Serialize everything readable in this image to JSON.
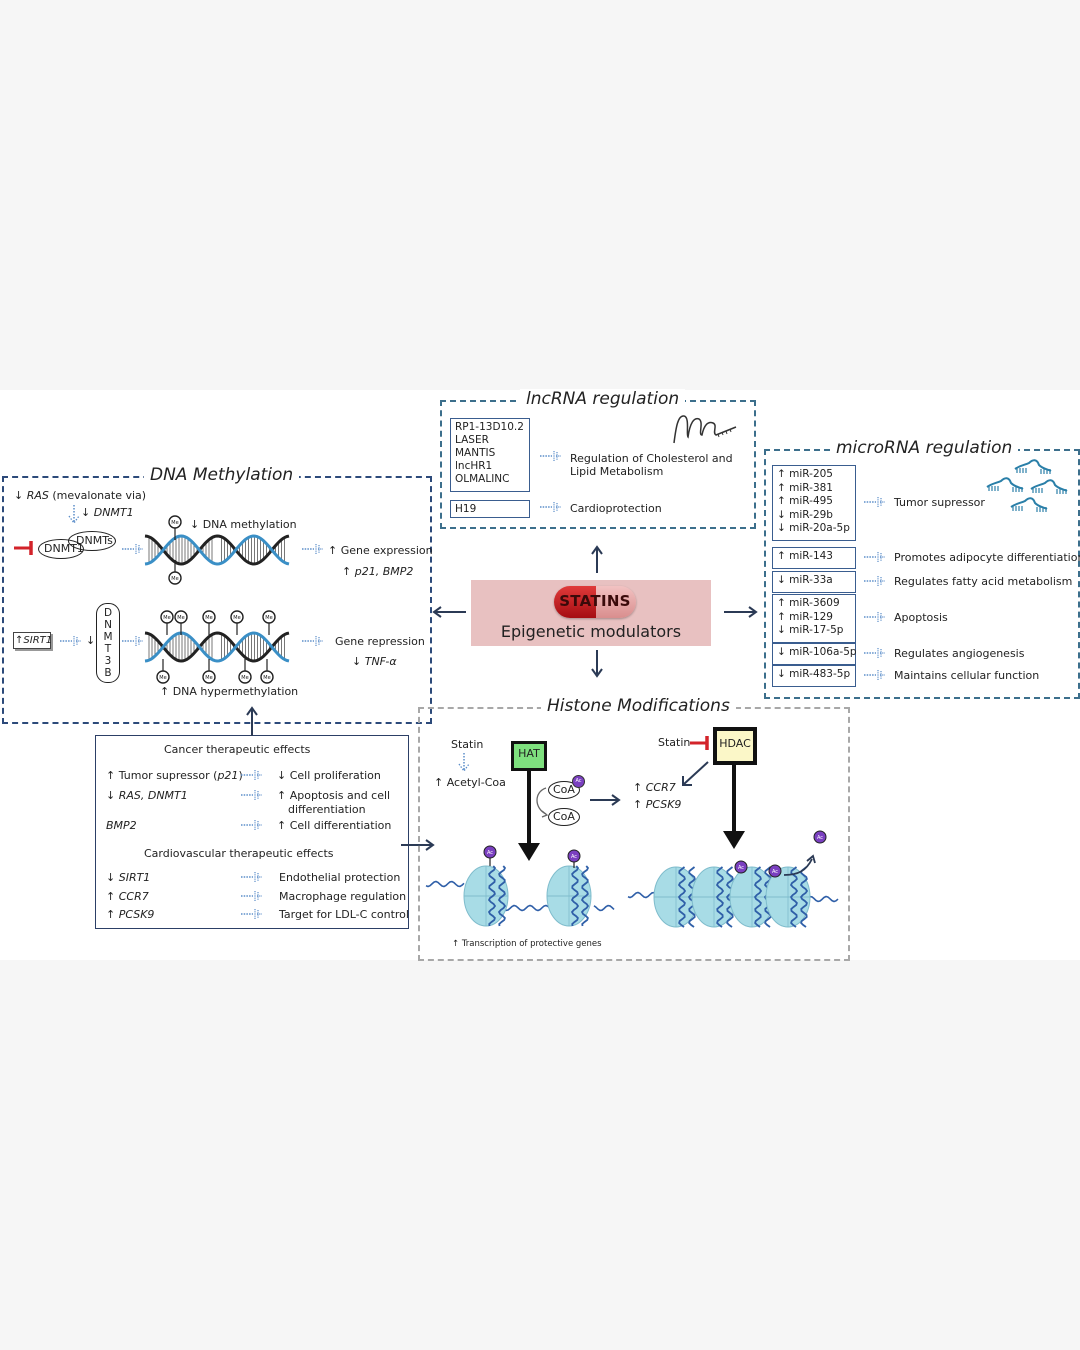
{
  "center": {
    "pill_label": "STATINS",
    "subtitle": "Epigenetic modulators",
    "colors": {
      "panel_bg": "#e8c1c1",
      "pill_red": "#c4161c",
      "pill_light": "#e9a8a8"
    }
  },
  "dna_methylation": {
    "title": "DNA Methylation",
    "ras_line": {
      "arrow": "↓",
      "gene": "RAS",
      "rest": "(mevalonate via)"
    },
    "dnmt1_line": {
      "arrow": "↓",
      "gene": "DNMT1"
    },
    "dnmt_ellipse_1": "DNMT1",
    "dnmt_ellipse_2": "DNMTs",
    "decrease_methylation": "↓ DNA methylation",
    "gene_expression": "↑ Gene expression",
    "expression_genes": {
      "arrow": "↑",
      "genes": "p21, BMP2"
    },
    "sirt1_box": {
      "arrow": "↑",
      "gene": "SIRT1"
    },
    "down_arrow": "↓",
    "dnmt3b_letters": [
      "D",
      "N",
      "M",
      "T",
      "3",
      "B"
    ],
    "gene_repression": "Gene repression",
    "repression_genes": {
      "arrow": "↓",
      "genes": "TNF-α"
    },
    "hypermethylation": "↑ DNA hypermethylation",
    "methyl_label": "Me"
  },
  "lncrna": {
    "title": "lncRNA regulation",
    "group1": [
      "RP1-13D10.2",
      "LASER",
      "MANTIS",
      "lncHR1",
      "OLMALINC"
    ],
    "group1_effect": [
      "Regulation of Cholesterol and",
      "Lipid Metabolism"
    ],
    "group2": [
      "H19"
    ],
    "group2_effect": "Cardioprotection"
  },
  "microrna": {
    "title": "microRNA regulation",
    "groups": [
      {
        "items": [
          "↑ miR-205",
          "↑ miR-381",
          "↑ miR-495",
          "↓ miR-29b",
          "↓ miR-20a-5p"
        ],
        "effect": "Tumor supressor"
      },
      {
        "items": [
          "↑ miR-143"
        ],
        "effect": "Promotes adipocyte differentiation"
      },
      {
        "items": [
          "↓ miR-33a"
        ],
        "effect": "Regulates fatty acid metabolism"
      },
      {
        "items": [
          "↑ miR-3609",
          "↑ miR-129",
          "↓ miR-17-5p"
        ],
        "effect": "Apoptosis"
      },
      {
        "items": [
          "↓ miR-106a-5p"
        ],
        "effect": "Regulates angiogenesis"
      },
      {
        "items": [
          "↓ miR-483-5p"
        ],
        "effect": "Maintains cellular function"
      }
    ]
  },
  "therapeutic": {
    "cancer_title": "Cancer therapeutic effects",
    "cancer_rows": [
      {
        "left_arrow": "↑",
        "left": "Tumor supressor (",
        "left_it": "p21",
        "left_end": ")",
        "right": "↓ Cell proliferation"
      },
      {
        "left_arrow": "↓",
        "left": "",
        "left_it": "RAS, DNMT1",
        "left_end": "",
        "right": "↑ Apoptosis and cell",
        "right2": "differentiation"
      },
      {
        "left_arrow": "",
        "left": "",
        "left_it": "BMP2",
        "left_end": "",
        "right": "↑ Cell differentiation"
      }
    ],
    "cardio_title": "Cardiovascular therapeutic effects",
    "cardio_rows": [
      {
        "left_arrow": "↓",
        "left_it": "SIRT1",
        "right": "Endothelial protection"
      },
      {
        "left_arrow": "↑",
        "left_it": "CCR7",
        "right": "Macrophage regulation"
      },
      {
        "left_arrow": "↑",
        "left_it": "PCSK9",
        "right": "Target for LDL-C control"
      }
    ]
  },
  "histone": {
    "title": "Histone Modifications",
    "statin_left": "Statin",
    "acetyl": "↑ Acetyl-Coa",
    "hat": "HAT",
    "coa": "CoA",
    "ac": "Ac",
    "ccr7": {
      "arrow": "↑",
      "gene": "CCR7"
    },
    "pcsk9": {
      "arrow": "↑",
      "gene": "PCSK9"
    },
    "statin_right": "Statin",
    "hdac": "HDAC",
    "transcription": "↑ Transcription of protective genes",
    "colors": {
      "hat_fill": "#7ee07e",
      "hdac_fill": "#fbf7c8",
      "ac_fill": "#7a3fc0",
      "nucleosome": "#a8dce6",
      "dna_wrap": "#2f5fa8"
    }
  }
}
